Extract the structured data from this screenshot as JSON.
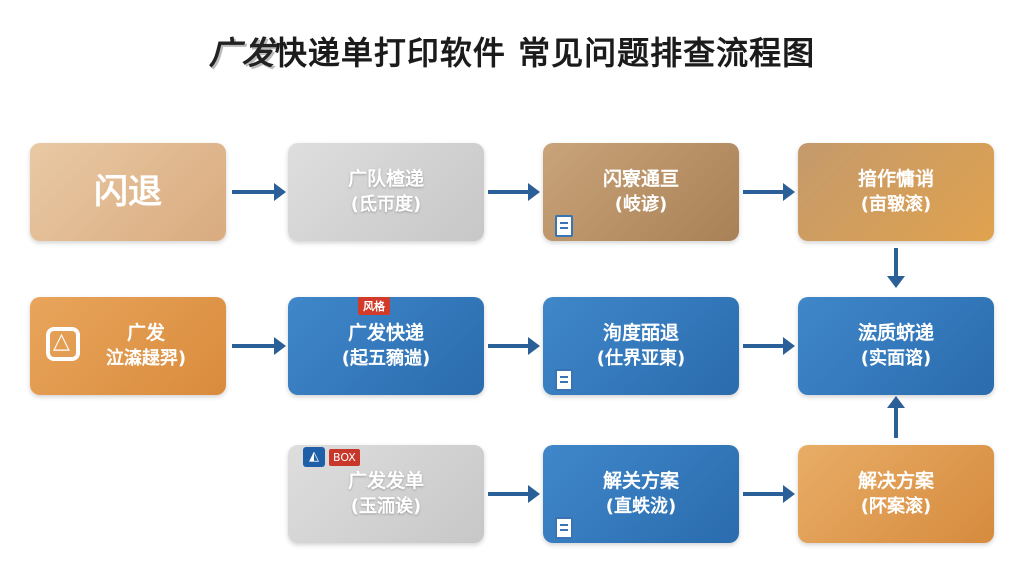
{
  "title": "快递单打印软件 常见问题排查流程图",
  "title_logo": "广发",
  "colors": {
    "arrow": "#2a5f98",
    "blue": "#2a6cae",
    "orange": "#d98b3c",
    "peach": "#d9ab7f",
    "gray": "#c7c7c7"
  },
  "nodes": [
    {
      "id": "n1",
      "line1": "闪退",
      "line2": ""
    },
    {
      "id": "n2",
      "line1": "广队楂递",
      "line2": "(氐帀度)"
    },
    {
      "id": "n3",
      "line1": "闪寮通亘",
      "line2": "(岐谚)"
    },
    {
      "id": "n4",
      "line1": "揞作慵诮",
      "line2": "(亩皲滚)"
    },
    {
      "id": "n5",
      "line1": "广发",
      "line2": "泣潹趢羿)"
    },
    {
      "id": "n6",
      "line1": "广发快递",
      "line2": "(起五豴遄)"
    },
    {
      "id": "n7",
      "line1": "洵度皕退",
      "line2": "(仕界亚東)"
    },
    {
      "id": "n8",
      "line1": "浤质蛴递",
      "line2": "(实面谘)"
    },
    {
      "id": "n9",
      "line1": "广发发单",
      "line2": "(玉洏诶)"
    },
    {
      "id": "n10",
      "line1": "解关方案",
      "line2": "(直蛈泷)"
    },
    {
      "id": "n11",
      "line1": "解决方案",
      "line2": "(阫案滚)"
    }
  ],
  "badges": {
    "n6_tag": "风格",
    "n9_tag": "BOX"
  }
}
